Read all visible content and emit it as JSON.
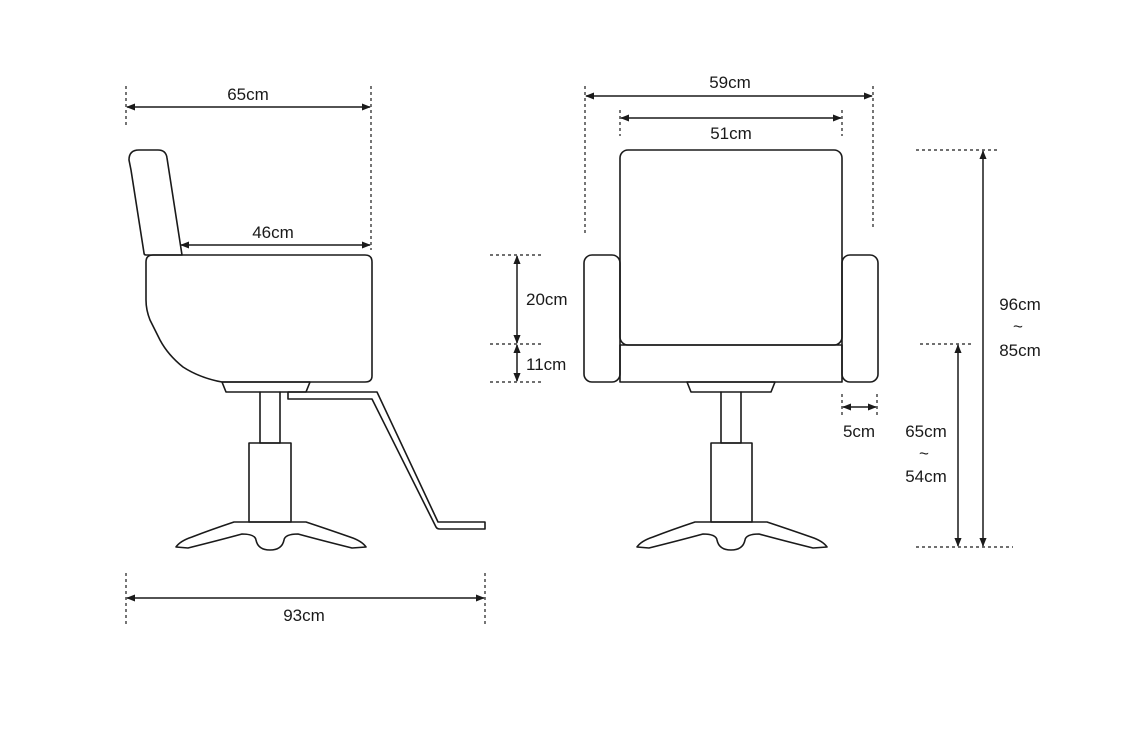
{
  "colors": {
    "line": "#1a1a1a",
    "background": "#ffffff"
  },
  "side_view": {
    "overall_depth": "65cm",
    "seat_depth": "46cm",
    "footprint_depth": "93cm"
  },
  "front_view": {
    "overall_width": "59cm",
    "seat_width": "51cm",
    "armrest_height": "20cm",
    "seat_cushion_thickness": "11cm",
    "armrest_width": "5cm",
    "total_height": {
      "max": "96cm",
      "tilde": "~",
      "min": "85cm"
    },
    "seat_height": {
      "max": "65cm",
      "tilde": "~",
      "min": "54cm"
    }
  }
}
